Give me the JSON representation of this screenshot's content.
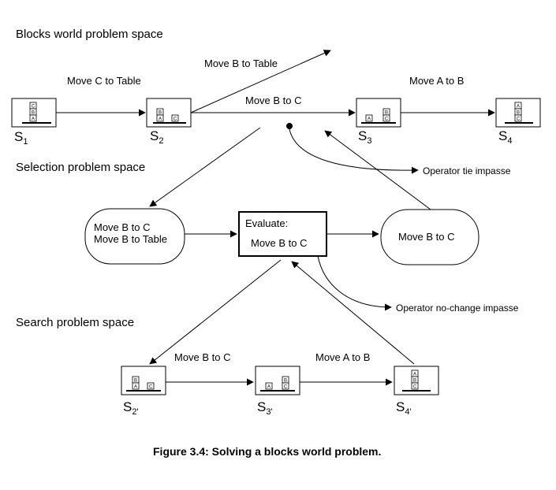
{
  "sections": {
    "blocks": "Blocks world problem space",
    "selection": "Selection problem space",
    "search": "Search problem space"
  },
  "states": {
    "s1": {
      "main": "S",
      "sub": "1"
    },
    "s2": {
      "main": "S",
      "sub": "2"
    },
    "s3": {
      "main": "S",
      "sub": "3"
    },
    "s4": {
      "main": "S",
      "sub": "4"
    },
    "s2p": {
      "main": "S",
      "sub": "2'"
    },
    "s3p": {
      "main": "S",
      "sub": "3'"
    },
    "s4p": {
      "main": "S",
      "sub": "4'"
    }
  },
  "blocks": {
    "a": "A",
    "b": "B",
    "c": "C"
  },
  "operators": {
    "move_c_to_table": "Move C to Table",
    "move_b_to_table": "Move B to Table",
    "move_b_to_c": "Move B to C",
    "move_a_to_b": "Move A to B",
    "search_move_b_to_c": "Move B to C",
    "search_move_a_to_b": "Move A to B"
  },
  "selection": {
    "candidates_line1": "Move B to C",
    "candidates_line2": "Move B to Table",
    "evaluate_title": "Evaluate:",
    "evaluate_operator": "Move B to C",
    "chosen": "Move B to C"
  },
  "impasses": {
    "tie": "Operator tie impasse",
    "no_change": "Operator no-change impasse"
  },
  "caption": "Figure 3.4:  Solving a blocks world problem."
}
